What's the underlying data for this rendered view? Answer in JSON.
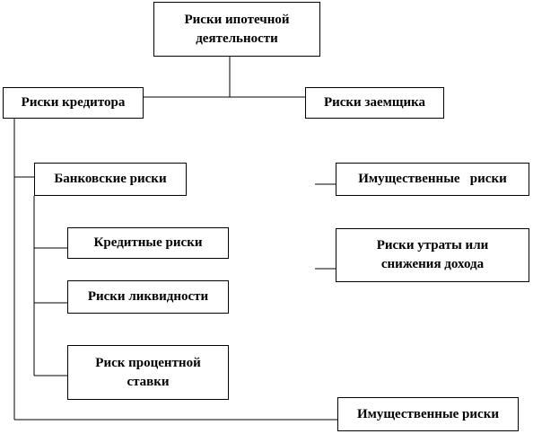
{
  "diagram": {
    "root": "Риски  ипотечной деятельности",
    "creditor": "Риски кредитора",
    "borrower": "Риски заемщика",
    "banking": "Банковские риски",
    "credit": "Кредитные риски",
    "liquidity": "Риски ликвидности",
    "interest": "Риск процентной ставки",
    "property_right": "Имущественные   риски",
    "income_loss": "Риски утраты или снижения дохода",
    "property_bottom": "Имущественные риски"
  }
}
